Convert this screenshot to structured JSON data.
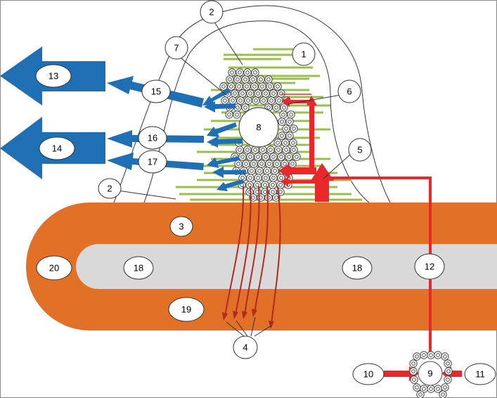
{
  "figure": {
    "kind": "schematic",
    "frame": "thin-border",
    "labels": {
      "n1": "1",
      "n2": "2",
      "n3": "3",
      "n4": "4",
      "n5": "5",
      "n6": "6",
      "n7": "7",
      "n8": "8",
      "n9": "9",
      "n10": "10",
      "n11": "11",
      "n12": "12",
      "n13": "13",
      "n14": "14",
      "n15": "15",
      "n16": "16",
      "n17": "17",
      "n18": "18",
      "n19": "19",
      "n20": "20"
    }
  },
  "colors": {
    "output_blue": "#1f6fb5",
    "input_red": "#e8282b",
    "dark_red": "#b22a22",
    "orange_tube": "#e27026",
    "lumen_grey": "#d9d9d9",
    "fiber_green": "#9bbf4e",
    "outline": "#333333"
  }
}
